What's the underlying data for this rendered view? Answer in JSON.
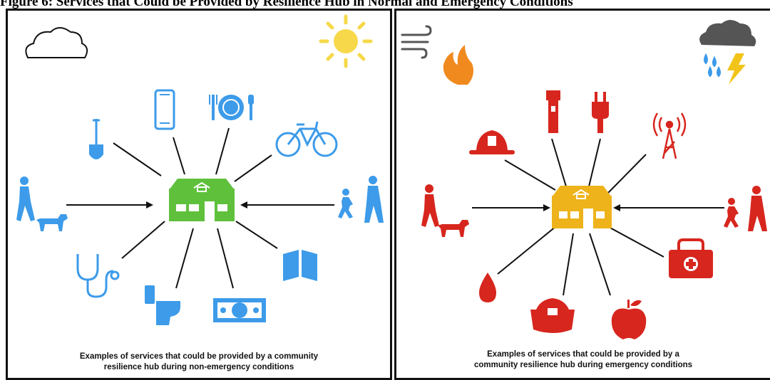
{
  "figure_title": "Figure 6: Services that Could be Provided by Resilience Hub in Normal and Emergency Conditions",
  "colors": {
    "normal": "#3d9be9",
    "normal_hub": "#5fc03c",
    "emergency": "#d7261e",
    "emergency_hub": "#eeb31a",
    "sun": "#f6d84a",
    "fire": "#f08a1f",
    "rain": "#3d9be9",
    "bolt": "#f2c419",
    "storm_cloud": "#555555"
  },
  "left_panel": {
    "caption_line1": "Examples of services that could be provided by a community",
    "caption_line2": "resilience hub during non-emergency conditions",
    "icons": [
      "cloud-icon",
      "sun-icon",
      "shovel-icon",
      "phone-icon",
      "plate-icon",
      "bicycle-icon",
      "walker-dog-icon",
      "runner-family-icon",
      "stethoscope-icon",
      "toilet-icon",
      "money-icon",
      "book-icon",
      "hub-house-icon"
    ]
  },
  "right_panel": {
    "caption_line1": "Examples of services that could be provided by a",
    "caption_line2": "community resilience hub during emergency conditions",
    "icons": [
      "wind-icon",
      "fire-icon",
      "storm-cloud-icon",
      "firefighter-helmet-icon",
      "flashlight-icon",
      "plug-icon",
      "radio-tower-icon",
      "walker-dog-icon",
      "runner-family-icon",
      "blood-drop-icon",
      "food-container-icon",
      "apple-icon",
      "first-aid-kit-icon",
      "hub-house-icon"
    ]
  }
}
